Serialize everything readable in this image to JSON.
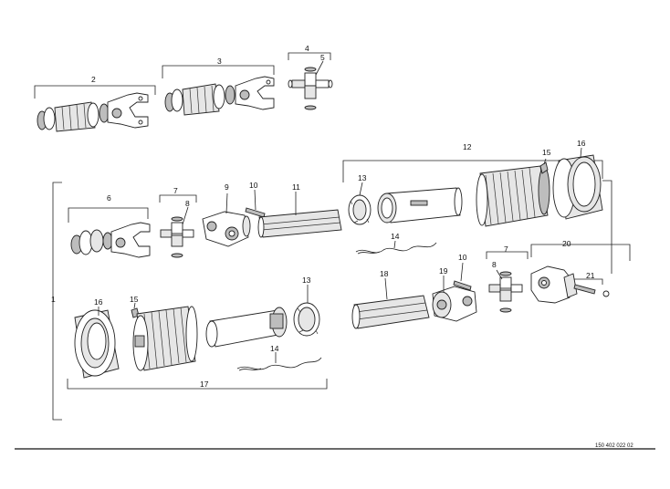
{
  "callouts": {
    "c1": "1",
    "c2": "2",
    "c3": "3",
    "c4": "4",
    "c5": "5",
    "c6": "6",
    "c7a": "7",
    "c7b": "7",
    "c8a": "8",
    "c8b": "8",
    "c9": "9",
    "c10a": "10",
    "c10b": "10",
    "c11": "11",
    "c12": "12",
    "c13a": "13",
    "c13b": "13",
    "c14a": "14",
    "c14b": "14",
    "c15a": "15",
    "c15b": "15",
    "c16a": "16",
    "c16b": "16",
    "c17": "17",
    "c18": "18",
    "c19": "19",
    "c20": "20",
    "c21": "21"
  },
  "drawing_number": "150 402 022 02"
}
